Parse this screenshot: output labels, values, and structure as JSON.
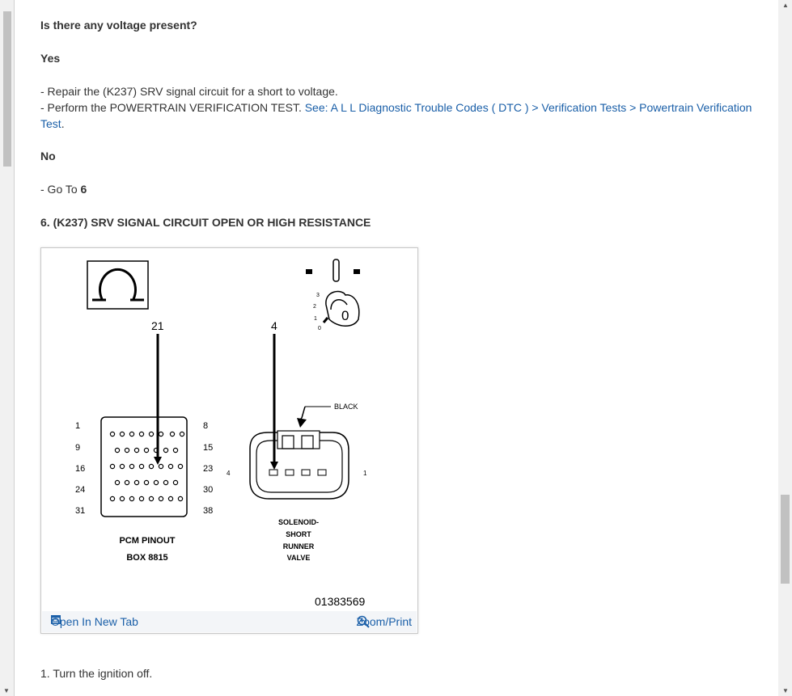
{
  "question": "Is there any voltage present?",
  "yes_heading": "Yes",
  "yes_step1": "-  Repair the (K237) SRV signal circuit for a short to voltage.",
  "yes_step2_text": "-  Perform the POWERTRAIN VERIFICATION TEST. ",
  "yes_step2_link_a": "See: A L L Diagnostic Trouble Codes ( DTC ) > Verification Tests > Powertrain Verification",
  "yes_step2_link_b": "Test",
  "no_heading": "No",
  "no_step_prefix": "-  Go To ",
  "no_step_target": "6",
  "section_heading": "6. (K237) SRV SIGNAL CIRCUIT OPEN OR HIGH RESISTANCE",
  "figure": {
    "ignition_numbers": [
      "3",
      "2",
      "1",
      "0"
    ],
    "ignition_position": "0",
    "pin_pcm": "21",
    "pin_solenoid": "4",
    "pcm_rows_left": [
      "1",
      "9",
      "16",
      "24",
      "31"
    ],
    "pcm_rows_right": [
      "8",
      "15",
      "23",
      "30",
      "38"
    ],
    "pcm_label_1": "PCM PINOUT",
    "pcm_label_2": "BOX 8815",
    "connector_color": "BLACK",
    "connector_left_pin": "4",
    "connector_right_pin": "1",
    "solenoid_label": [
      "SOLENOID-",
      "SHORT",
      "RUNNER",
      "VALVE"
    ],
    "figure_id": "01383569",
    "open_tab_label": "Open In New Tab",
    "zoom_label": "Zoom/Print"
  },
  "step1": "1. Turn the ignition off."
}
